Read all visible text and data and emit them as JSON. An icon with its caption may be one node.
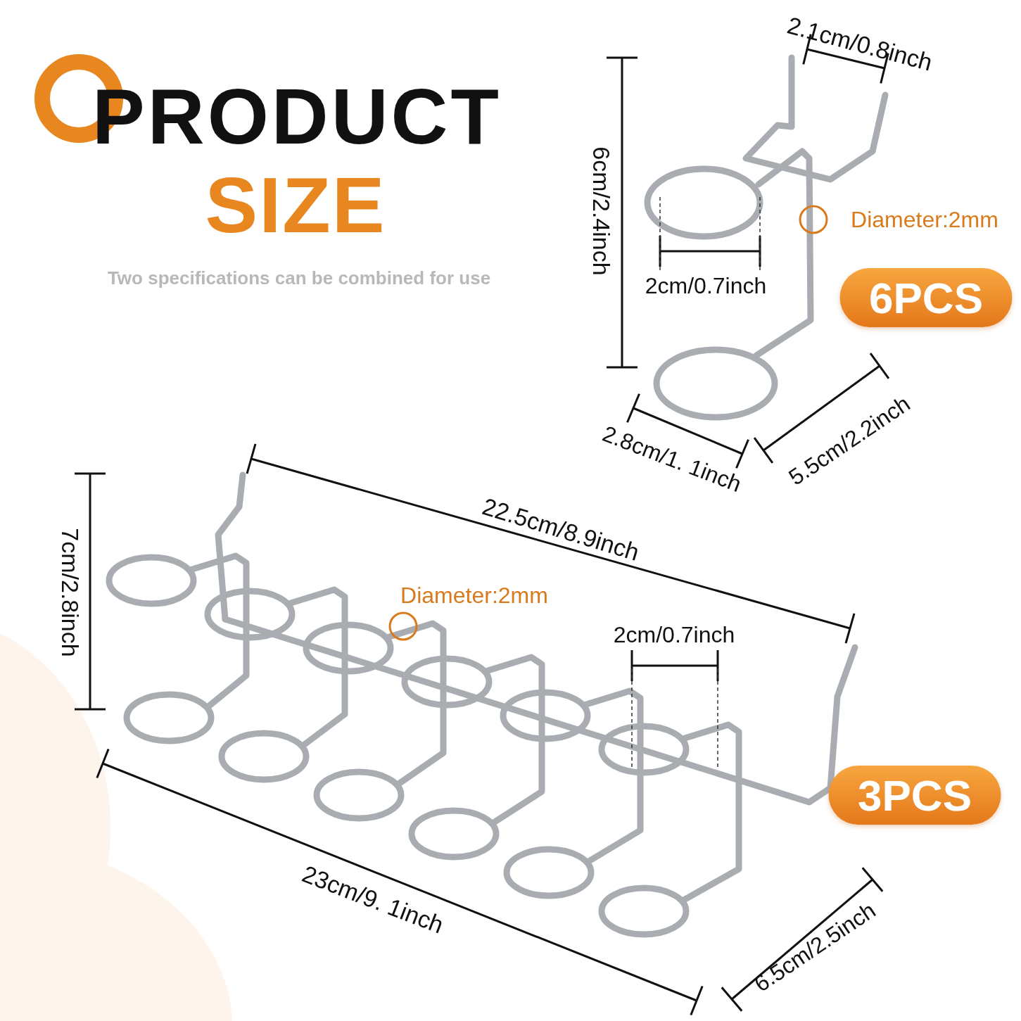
{
  "diagram": {
    "nodes": [
      {
        "text": [
          "6PCS"
        ]
      },
      {
        "text": [
          "3PCS"
        ]
      }
    ],
    "labels": [
      "PRODUCT",
      "SIZE",
      "Two specifications can be combined for use",
      "2.1cm/0.8inch",
      "6cm/2.4inch",
      "Diameter:2mm",
      "2cm/0.7inch",
      "2.8cm/1. 1inch",
      "5.5cm/2.2inch",
      "22.5cm/8.9inch",
      "7cm/2.8inch",
      "Diameter:2mm",
      "2cm/0.7inch",
      "23cm/9. 1inch",
      "6.5cm/2.5inch"
    ]
  }
}
